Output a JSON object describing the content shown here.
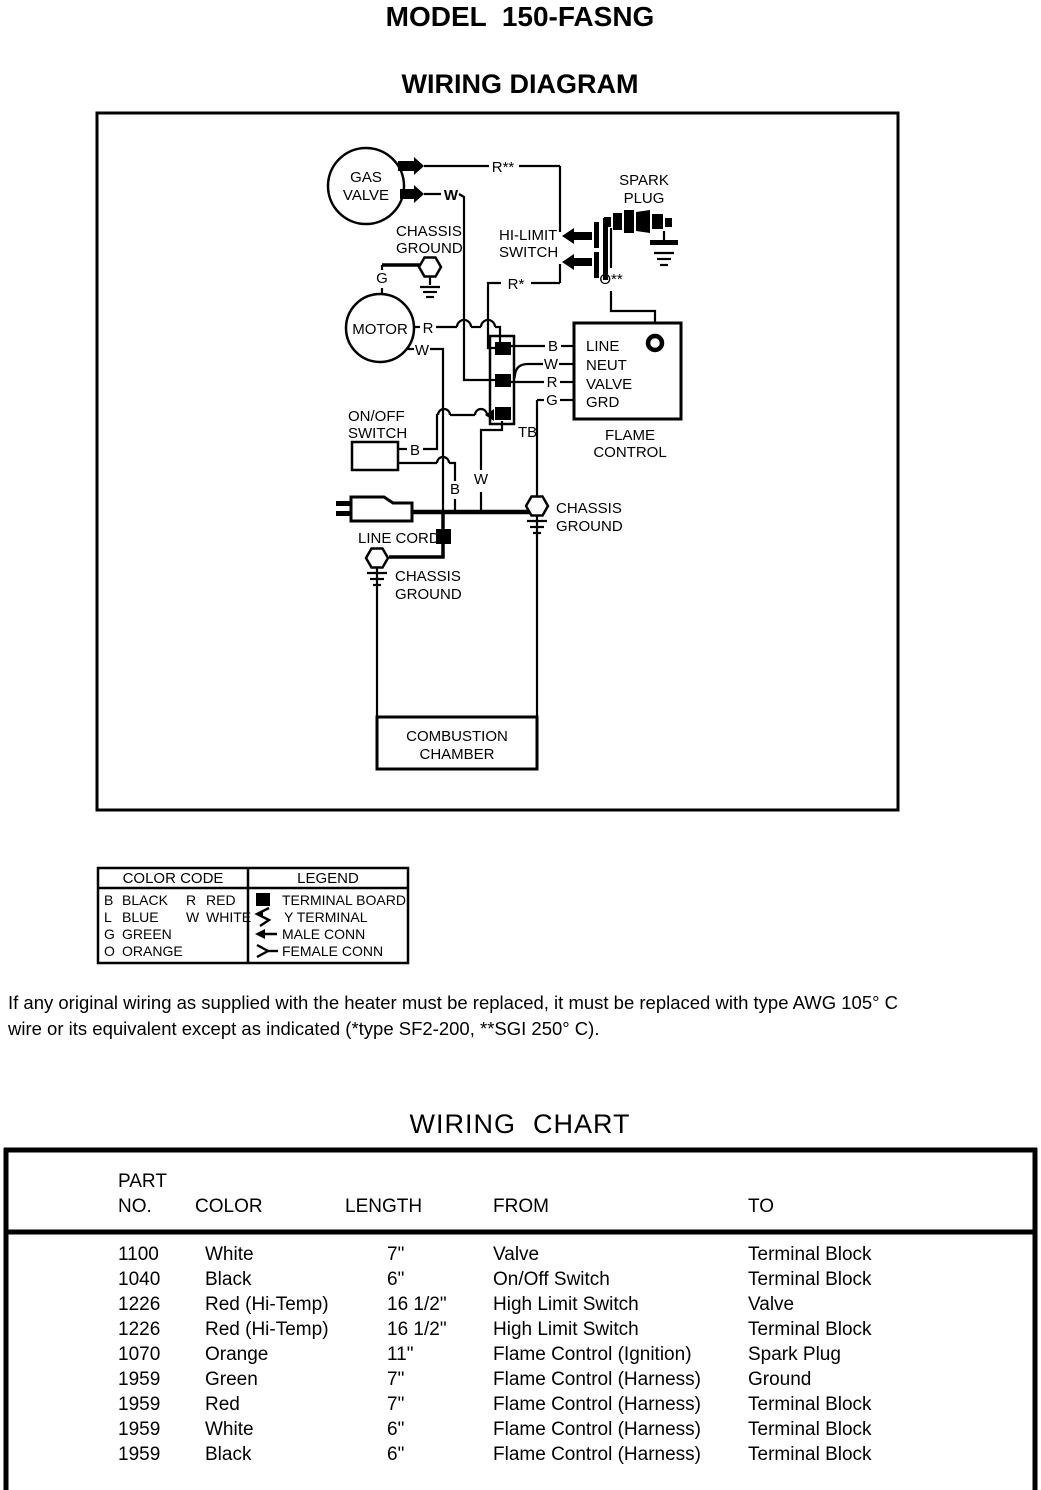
{
  "page": {
    "title": "MODEL  150-FASNG",
    "subtitle": "WIRING DIAGRAM"
  },
  "diagram": {
    "labels": {
      "gas1": "GAS",
      "gas2": "VALVE",
      "cg1": "CHASSIS",
      "cg2": "GROUND",
      "motor": "MOTOR",
      "hilimit1": "HI-LIMIT",
      "hilimit2": "SWITCH",
      "spark1": "SPARK",
      "spark2": "PLUG",
      "onoff1": "ON/OFF",
      "onoff2": "SWITCH",
      "linecord": "LINE CORD",
      "tb": "TB",
      "fc1": "FLAME",
      "fc2": "CONTROL",
      "fc_line": "LINE",
      "fc_neut": "NEUT",
      "fc_valve": "VALVE",
      "fc_grd": "GRD",
      "cgl1": "CHASSIS",
      "cgl2": "GROUND",
      "cgr1": "CHASSIS",
      "cgr2": "GROUND",
      "comb1": "COMBUSTION",
      "comb2": "CHAMBER"
    },
    "wires": {
      "rss": "R**",
      "rs": "R*",
      "wv": "W",
      "g": "G",
      "rm": "R",
      "wm": "W",
      "b1": "B",
      "b2": "B",
      "wc": "W",
      "o": "O**",
      "fb": "B",
      "fw": "W",
      "fr": "R",
      "fg": "G"
    }
  },
  "color_code": {
    "header": "COLOR CODE",
    "col1": [
      {
        "letter": "B",
        "name": "BLACK"
      },
      {
        "letter": "L",
        "name": "BLUE"
      },
      {
        "letter": "G",
        "name": "GREEN"
      },
      {
        "letter": "O",
        "name": "ORANGE"
      }
    ],
    "col2": [
      {
        "letter": "R",
        "name": "RED"
      },
      {
        "letter": "W",
        "name": "WHITE"
      }
    ]
  },
  "legend": {
    "header": "LEGEND",
    "items": [
      {
        "icon": "terminal-board-icon",
        "label": "TERMINAL BOARD"
      },
      {
        "icon": "y-terminal-icon",
        "label": "Y TERMINAL"
      },
      {
        "icon": "male-conn-icon",
        "label": "MALE CONN"
      },
      {
        "icon": "female-conn-icon",
        "label": "FEMALE CONN"
      }
    ]
  },
  "note_lines": [
    "If any original wiring as supplied with the heater must be replaced, it must be replaced with type AWG 105° C",
    "wire or its equivalent except as indicated (*type SF2-200, **SGI 250° C)."
  ],
  "chart": {
    "title": "WIRING  CHART",
    "headers": {
      "part1": "PART",
      "part2": "NO.",
      "color": "COLOR",
      "length": "LENGTH",
      "from": "FROM",
      "to": "TO"
    },
    "rows": [
      {
        "part": "1100",
        "color": "White",
        "length": "7\"",
        "from": "Valve",
        "to": "Terminal Block"
      },
      {
        "part": "1040",
        "color": "Black",
        "length": "6\"",
        "from": "On/Off Switch",
        "to": "Terminal Block"
      },
      {
        "part": "1226",
        "color": "Red (Hi-Temp)",
        "length": "16 1/2\"",
        "from": "High Limit Switch",
        "to": "Valve"
      },
      {
        "part": "1226",
        "color": "Red (Hi-Temp)",
        "length": "16 1/2\"",
        "from": "High Limit Switch",
        "to": "Terminal Block"
      },
      {
        "part": "1070",
        "color": "Orange",
        "length": "11\"",
        "from": "Flame Control (Ignition)",
        "to": "Spark Plug"
      },
      {
        "part": "1959",
        "color": "Green",
        "length": "7\"",
        "from": "Flame Control (Harness)",
        "to": "Ground"
      },
      {
        "part": "1959",
        "color": "Red",
        "length": "7\"",
        "from": "Flame Control (Harness)",
        "to": "Terminal Block"
      },
      {
        "part": "1959",
        "color": "White",
        "length": "6\"",
        "from": "Flame Control (Harness)",
        "to": "Terminal Block"
      },
      {
        "part": "1959",
        "color": "Black",
        "length": "6\"",
        "from": "Flame Control (Harness)",
        "to": "Terminal Block"
      }
    ]
  }
}
